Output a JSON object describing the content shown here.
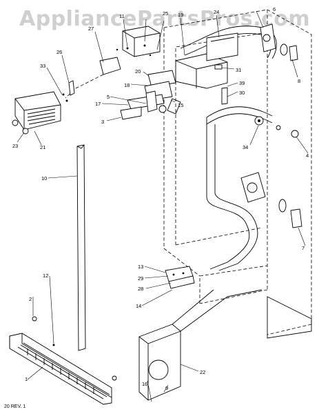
{
  "watermark": "AppliancePartsPros.com",
  "footer": "20 REV. 1",
  "callouts": [
    {
      "id": "c1",
      "text": "1"
    },
    {
      "id": "c2",
      "text": "2"
    },
    {
      "id": "c3",
      "text": "3"
    },
    {
      "id": "c4",
      "text": "4"
    },
    {
      "id": "c5",
      "text": "5"
    },
    {
      "id": "c6",
      "text": "6"
    },
    {
      "id": "c7",
      "text": "7"
    },
    {
      "id": "c8",
      "text": "8"
    },
    {
      "id": "c9",
      "text": "9"
    },
    {
      "id": "c10",
      "text": "10"
    },
    {
      "id": "c11",
      "text": "11"
    },
    {
      "id": "c12",
      "text": "12"
    },
    {
      "id": "c13",
      "text": "13"
    },
    {
      "id": "c14",
      "text": "14"
    },
    {
      "id": "c15",
      "text": "15"
    },
    {
      "id": "c16",
      "text": "16"
    },
    {
      "id": "c17",
      "text": "17"
    },
    {
      "id": "c18",
      "text": "18"
    },
    {
      "id": "c19",
      "text": "19"
    },
    {
      "id": "c20",
      "text": "20"
    },
    {
      "id": "c21",
      "text": "21"
    },
    {
      "id": "c22",
      "text": "22"
    },
    {
      "id": "c23",
      "text": "23"
    },
    {
      "id": "c24",
      "text": "24"
    },
    {
      "id": "c25",
      "text": "25"
    },
    {
      "id": "c26",
      "text": "26"
    },
    {
      "id": "c27",
      "text": "27"
    },
    {
      "id": "c28",
      "text": "28"
    },
    {
      "id": "c29",
      "text": "29"
    },
    {
      "id": "c30",
      "text": "30"
    },
    {
      "id": "c31",
      "text": "31"
    },
    {
      "id": "c33",
      "text": "33"
    },
    {
      "id": "c34",
      "text": "34"
    },
    {
      "id": "c39",
      "text": "39"
    }
  ]
}
